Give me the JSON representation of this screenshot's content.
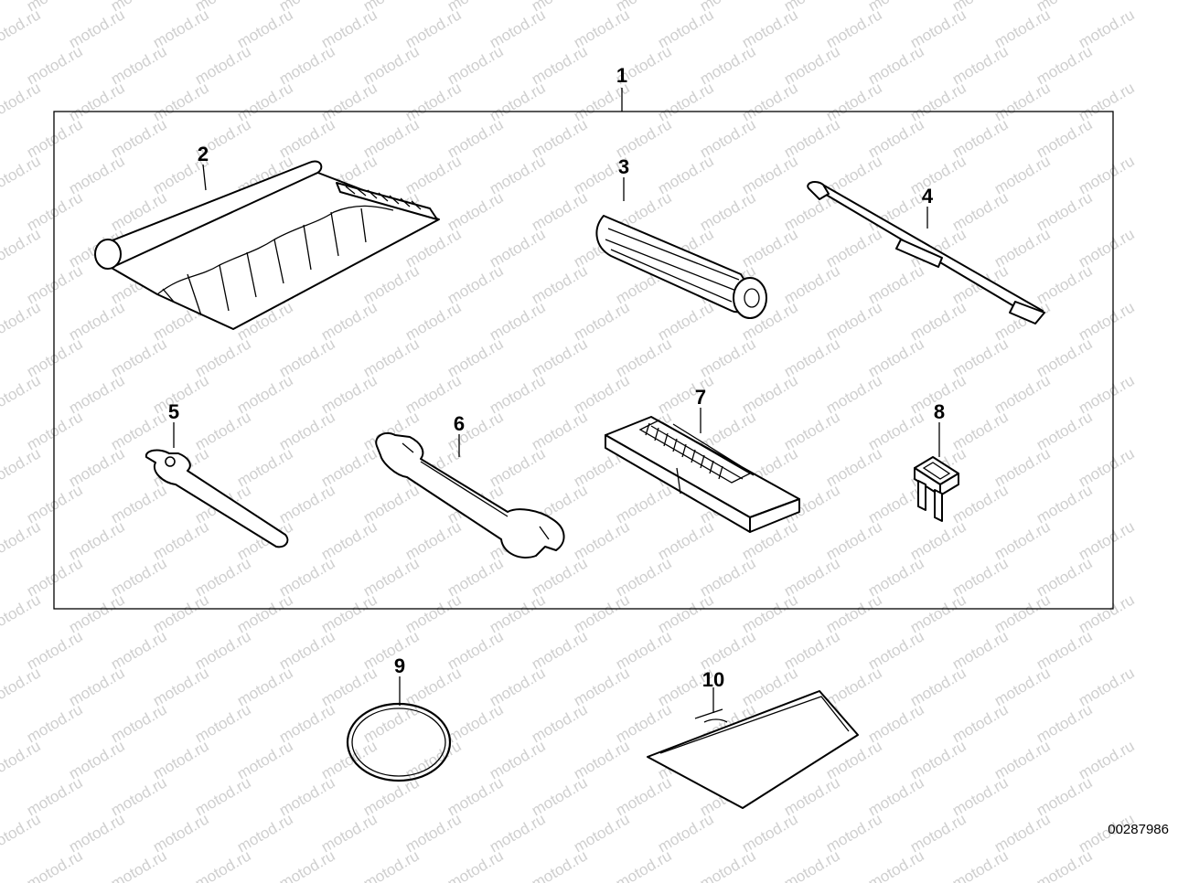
{
  "watermark": {
    "text": "motod.ru"
  },
  "catalog_number": "00287986",
  "callouts": [
    {
      "id": "1",
      "label": "1"
    },
    {
      "id": "2",
      "label": "2"
    },
    {
      "id": "3",
      "label": "3"
    },
    {
      "id": "4",
      "label": "4"
    },
    {
      "id": "5",
      "label": "5"
    },
    {
      "id": "6",
      "label": "6"
    },
    {
      "id": "7",
      "label": "7"
    },
    {
      "id": "8",
      "label": "8"
    },
    {
      "id": "9",
      "label": "9"
    },
    {
      "id": "10",
      "label": "10"
    }
  ],
  "colors": {
    "line": "#000000",
    "watermark": "#cfcfcf",
    "background": "#ffffff"
  }
}
